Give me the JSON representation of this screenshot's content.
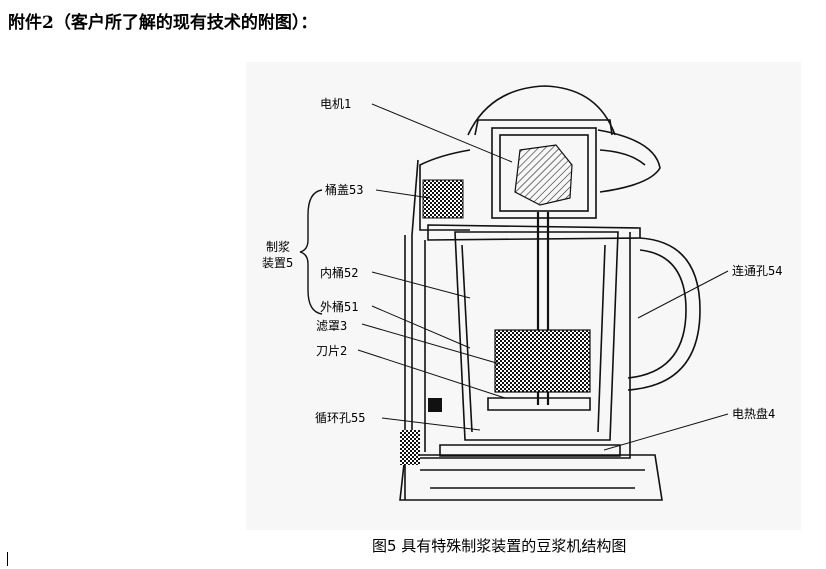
{
  "heading": "附件2（客户所了解的现有技术的附图）：",
  "caption": "图5 具有特殊制浆装置的豆浆机结构图",
  "labels": {
    "motor": "电机1",
    "lid": "桶盖53",
    "device_line1": "制浆",
    "device_line2": "装置5",
    "inner_barrel": "内桶52",
    "outer_barrel": "外桶51",
    "filter": "滤罩3",
    "blade": "刀片2",
    "circ_hole": "循环孔55",
    "conn_hole": "连通孔54",
    "heater": "电热盘4"
  }
}
